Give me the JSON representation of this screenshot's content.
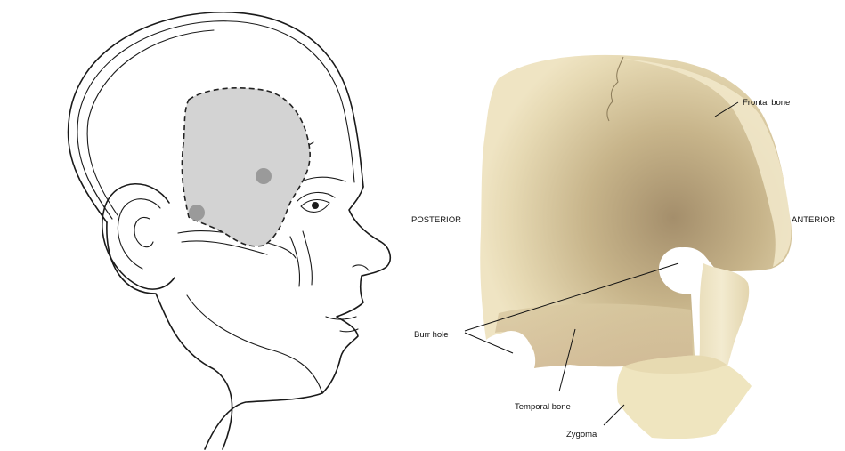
{
  "labels": {
    "frontal_bone": "Frontal bone",
    "posterior": "POSTERIOR",
    "anterior": "ANTERIOR",
    "burr_hole": "Burr hole",
    "temporal_bone": "Temporal bone",
    "zygoma": "Zygoma"
  },
  "colors": {
    "craniotomy_region": "#d3d3d3",
    "burr_hole_marker": "#9a9a9a",
    "bone_light": "#efe6c6",
    "bone_dark": "#a58f6c",
    "line": "#1a1a1a"
  }
}
